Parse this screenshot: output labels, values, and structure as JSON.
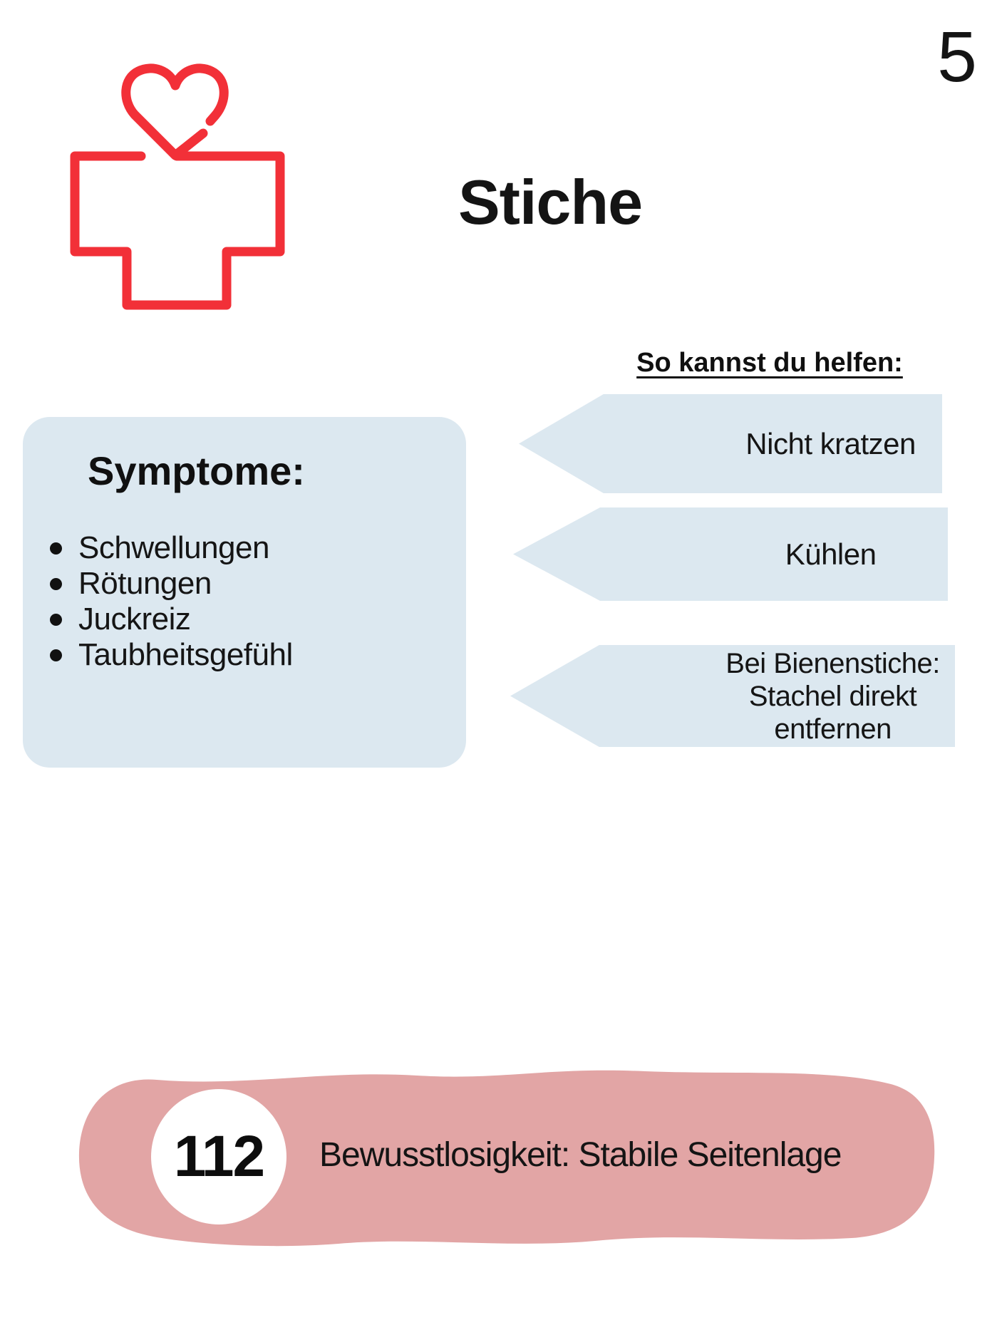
{
  "page": {
    "number": "5",
    "background": "#ffffff"
  },
  "header": {
    "title": "Stiche",
    "icon": "heart-and-medical-cross"
  },
  "symptoms": {
    "heading": "Symptome:",
    "items": [
      "Schwellungen",
      "Rötungen",
      "Juckreiz",
      "Taubheitsgefühl"
    ]
  },
  "help": {
    "heading": "So kannst du helfen:",
    "arrows": [
      "Nicht kratzen",
      "Kühlen",
      "Bei Bienenstiche: Stachel direkt entfernen"
    ]
  },
  "emergency": {
    "number": "112",
    "text": "Bewusstlosigkeit: Stabile Seitenlage"
  },
  "colors": {
    "accent_red": "#f23038",
    "light_blue": "#dce8f0",
    "dusty_pink": "#e2a5a5",
    "text": "#111111"
  }
}
